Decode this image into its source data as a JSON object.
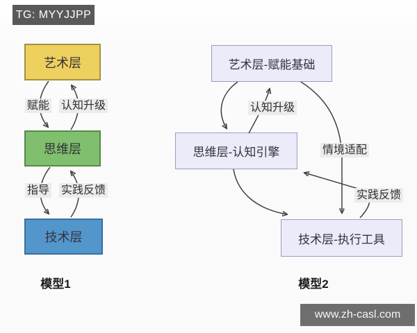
{
  "badge": {
    "text": "TG: MYYJJPP"
  },
  "watermark": {
    "text": "www.zh-casl.com"
  },
  "model1": {
    "caption": "模型1",
    "nodes": [
      {
        "id": "art",
        "label": "艺术层",
        "color": "#eed05f"
      },
      {
        "id": "mind",
        "label": "思维层",
        "color": "#7fbf6d"
      },
      {
        "id": "tech",
        "label": "技术层",
        "color": "#5396cc"
      }
    ],
    "edges": [
      {
        "from": "art",
        "to": "mind",
        "label": "赋能"
      },
      {
        "from": "mind",
        "to": "art",
        "label": "认知升级"
      },
      {
        "from": "mind",
        "to": "tech",
        "label": "指导"
      },
      {
        "from": "tech",
        "to": "mind",
        "label": "实践反馈"
      }
    ]
  },
  "model2": {
    "caption": "模型2",
    "nodes": [
      {
        "id": "art",
        "label": "艺术层-赋能基础",
        "color": "#ebebf9"
      },
      {
        "id": "mind",
        "label": "思维层-认知引擎",
        "color": "#ebebf9"
      },
      {
        "id": "tech",
        "label": "技术层-执行工具",
        "color": "#ebebf9"
      }
    ],
    "edges": [
      {
        "from": "art",
        "to": "mind",
        "label": ""
      },
      {
        "from": "mind",
        "to": "art",
        "label": "认知升级"
      },
      {
        "from": "art",
        "to": "tech",
        "label": "情境适配"
      },
      {
        "from": "mind",
        "to": "tech",
        "label": ""
      },
      {
        "from": "tech",
        "to": "mind",
        "label": "实践反馈"
      }
    ]
  },
  "colors": {
    "background": "#fafafa",
    "badge_bg": "#595959",
    "watermark_bg": "#6e6e6e",
    "arrow": "#404040",
    "edge_label_bg": "#ececec",
    "m2_node_border": "#9a9cbe"
  }
}
